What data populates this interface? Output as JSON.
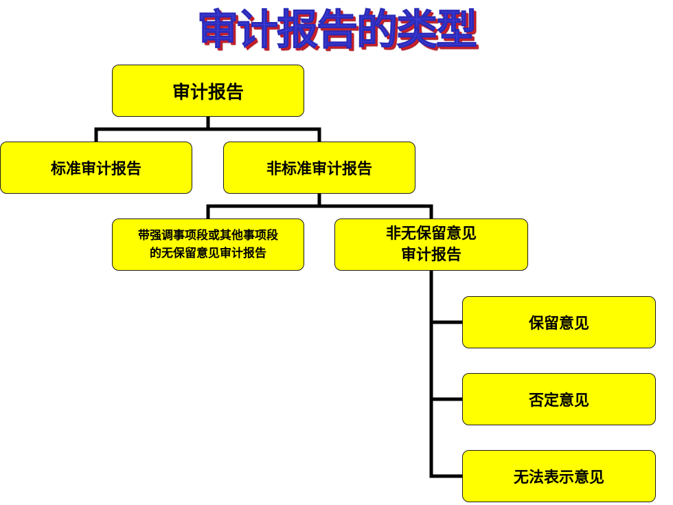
{
  "title": "审计报告的类型",
  "nodes": {
    "root": "审计报告",
    "standard": "标准审计报告",
    "nonstandard": "非标准审计报告",
    "emphasis": "带强调事项段或其他事项段\n的无保留意见审计报告",
    "modified": "非无保留意见\n审计报告",
    "qualified": "保留意见",
    "adverse": "否定意见",
    "disclaimer": "无法表示意见"
  },
  "colors": {
    "node_fill": "#ffff00",
    "node_border": "#1a1a1a",
    "connector": "#000000",
    "title_fill": "#3b3bd6",
    "title_shadow": "#c81e2a"
  }
}
